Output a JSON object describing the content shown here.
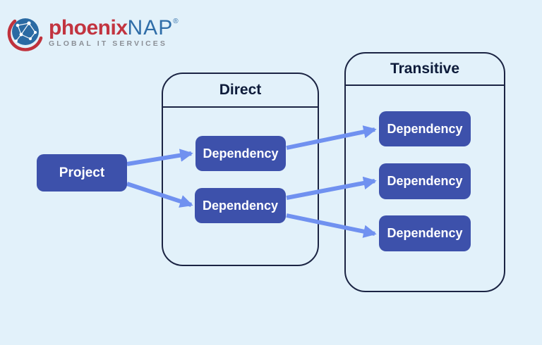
{
  "page": {
    "background_color": "#e2f1fa"
  },
  "logo": {
    "brand_first": "phoenix",
    "brand_second": "NAP",
    "registered_mark": "®",
    "tagline": "GLOBAL IT SERVICES",
    "colors": {
      "brand_first": "#c23440",
      "brand_second": "#2f6da8",
      "tagline": "#8b8f96",
      "globe_blue": "#2a6aa3",
      "globe_swoosh_red": "#c0323c"
    }
  },
  "diagram": {
    "colors": {
      "node_fill": "#3d51ab",
      "node_text": "#ffffff",
      "container_border": "#1b2443",
      "title_text": "#0d1b3a",
      "arrow": "#7091f0"
    },
    "containers": [
      {
        "id": "direct",
        "title": "Direct"
      },
      {
        "id": "transitive",
        "title": "Transitive"
      }
    ],
    "nodes": [
      {
        "id": "project",
        "label": "Project",
        "container": null
      },
      {
        "id": "direct-dep-1",
        "label": "Dependency",
        "container": "direct"
      },
      {
        "id": "direct-dep-2",
        "label": "Dependency",
        "container": "direct"
      },
      {
        "id": "transitive-dep-1",
        "label": "Dependency",
        "container": "transitive"
      },
      {
        "id": "transitive-dep-2",
        "label": "Dependency",
        "container": "transitive"
      },
      {
        "id": "transitive-dep-3",
        "label": "Dependency",
        "container": "transitive"
      }
    ],
    "edges": [
      {
        "from": "project",
        "to": "direct-dep-1",
        "points": [
          180,
          233,
          271,
          218
        ]
      },
      {
        "from": "project",
        "to": "direct-dep-2",
        "points": [
          180,
          261,
          271,
          291
        ]
      },
      {
        "from": "direct-dep-1",
        "to": "transitive-dep-1",
        "points": [
          406,
          210,
          531,
          184
        ]
      },
      {
        "from": "direct-dep-2",
        "to": "transitive-dep-2",
        "points": [
          406,
          281,
          531,
          257
        ]
      },
      {
        "from": "direct-dep-2",
        "to": "transitive-dep-3",
        "points": [
          406,
          306,
          531,
          332
        ]
      }
    ]
  }
}
